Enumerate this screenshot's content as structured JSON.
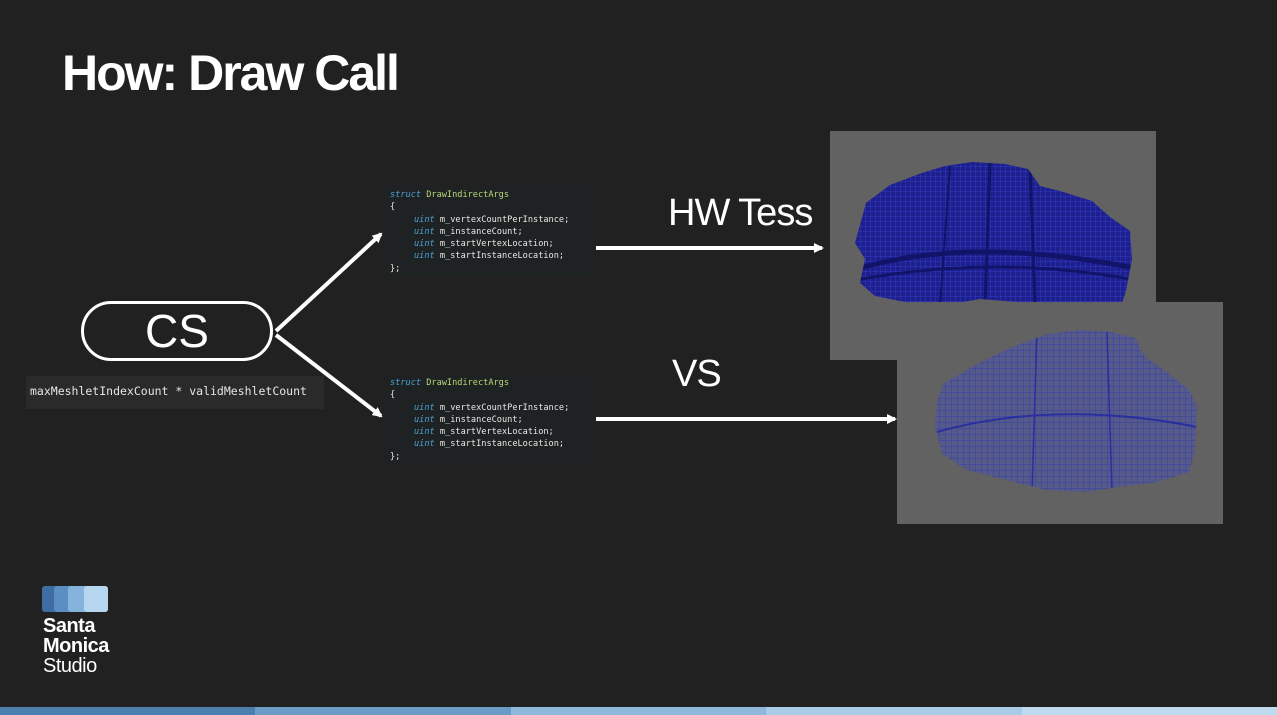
{
  "slide": {
    "title": "How: Draw Call",
    "cs_label": "CS",
    "cs_code": "maxMeshletIndexCount * validMeshletCount",
    "hw_tess_label": "HW Tess",
    "vs_label": "VS"
  },
  "code_block": {
    "line1_kw": "struct",
    "line1_type": "DrawIndirectArgs",
    "open_brace": "{",
    "field_type": "uint",
    "fields": [
      "m_vertexCountPerInstance;",
      "m_instanceCount;",
      "m_startVertexLocation;",
      "m_startInstanceLocation;"
    ],
    "close_brace": "};"
  },
  "logo": {
    "line1": "Santa",
    "line2": "Monica",
    "line3": "Studio"
  },
  "colors": {
    "background": "#212121",
    "panel_gray": "#626262",
    "mesh_blue": "#2a2fb8",
    "footer": [
      "#4a7fae",
      "#6b9cc8",
      "#8fb8dc",
      "#a8cbe8",
      "#bfd9ee"
    ]
  }
}
